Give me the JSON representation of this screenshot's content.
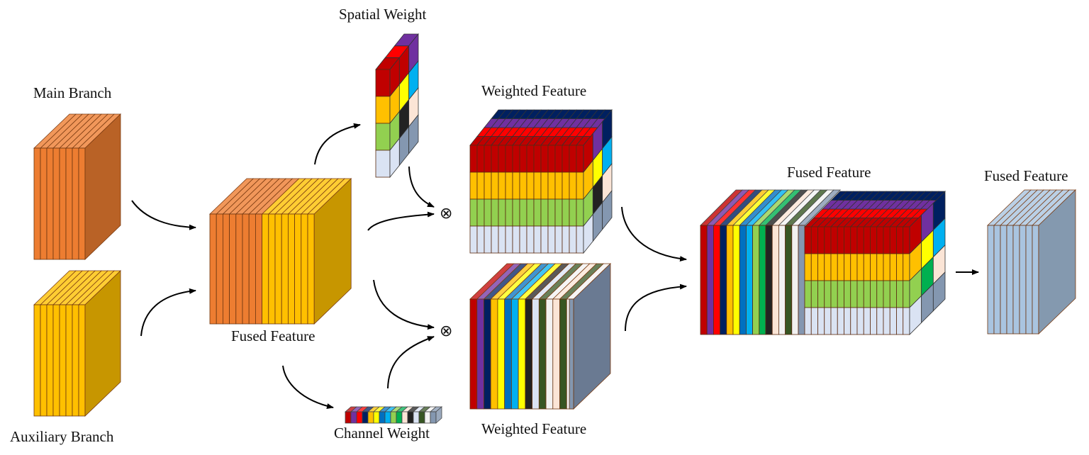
{
  "labels": {
    "main_branch": "Main Branch",
    "auxiliary_branch": "Auxiliary Branch",
    "fused_feature_1": "Fused Feature",
    "spatial_weight": "Spatial Weight",
    "channel_weight": "Channel Weight",
    "weighted_feature_top": "Weighted Feature",
    "weighted_feature_bottom": "Weighted Feature",
    "fused_feature_2": "Fused Feature",
    "fused_feature_3": "Fused Feature"
  },
  "operators": {
    "multiply_top": "⊗",
    "multiply_bottom": "⊗"
  },
  "colors": {
    "main_orange": "#ED7D31",
    "aux_yellow": "#FFC000",
    "out_blue": "#A9C4E0",
    "weight_palette": [
      "#C00000",
      "#7030A0",
      "#FF0000",
      "#002060",
      "#FFC000",
      "#FFFF00",
      "#0070C0",
      "#00B0F0",
      "#92D050",
      "#00B050",
      "#FBE5D6",
      "#222222",
      "#DAE3F3",
      "#375623",
      "#F2F2F2",
      "#8497B0"
    ]
  }
}
